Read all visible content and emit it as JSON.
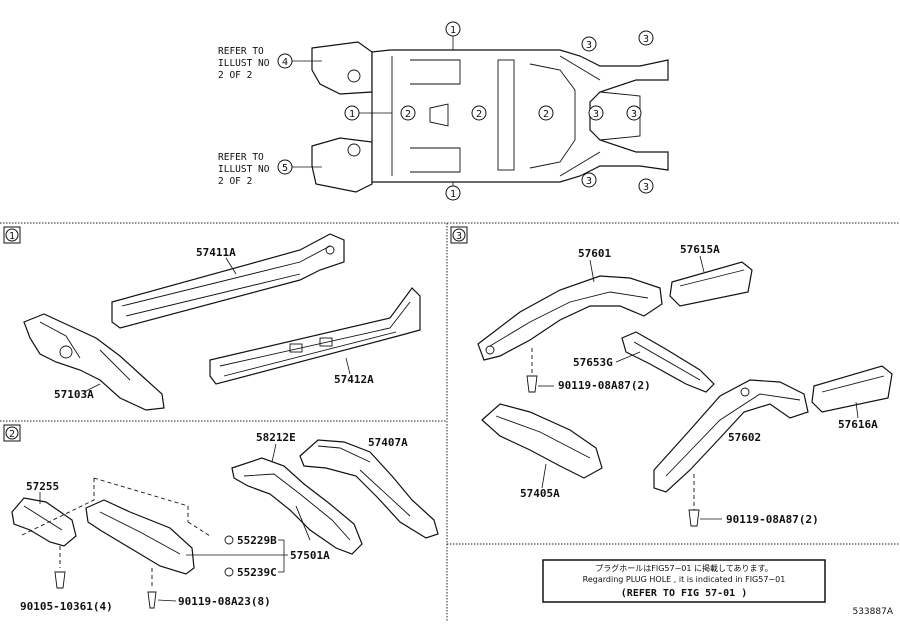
{
  "overview": {
    "refer_top": [
      "REFER TO",
      "ILLUST NO",
      "2 OF 2"
    ],
    "refer_top_circle": "4",
    "refer_bottom": [
      "REFER TO",
      "ILLUST NO",
      "2 OF 2"
    ],
    "refer_bottom_circle": "5",
    "circle_1": "1",
    "circle_2": "2",
    "circle_3": "3"
  },
  "section1": {
    "tag": "1",
    "parts": {
      "p57411A": "57411A",
      "p57412A": "57412A",
      "p57103A": "57103A"
    }
  },
  "section2": {
    "tag": "2",
    "parts": {
      "p58212E": "58212E",
      "p57407A": "57407A",
      "p57255": "57255",
      "p55229B": "55229B",
      "p57501A": "57501A",
      "p55239C": "55239C",
      "p90105": "90105-10361(4)",
      "p90119a": "90119-08A23(8)"
    }
  },
  "section3": {
    "tag": "3",
    "parts": {
      "p57601": "57601",
      "p57615A": "57615A",
      "p57653G": "57653G",
      "p90119b": "90119-08A87(2)",
      "p57405A": "57405A",
      "p57602": "57602",
      "p57616A": "57616A",
      "p90119c": "90119-08A87(2)"
    }
  },
  "note": {
    "line_jp": "プラグホールはFIG57−01 に掲載してあります。",
    "line_en": "Regarding PLUG HOLE , it is indicated in FIG57−01",
    "line_ref": "(REFER TO FIG  57-01    )"
  },
  "figure_id": "533887A"
}
